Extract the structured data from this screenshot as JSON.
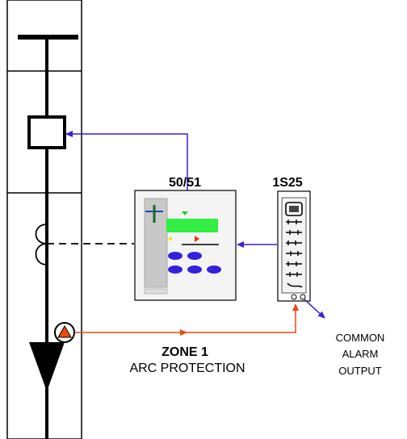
{
  "relay": {
    "label": "50/51"
  },
  "arc_unit": {
    "label": "1S25"
  },
  "zone": {
    "title": "ZONE 1",
    "subtitle": "ARC PROTECTION"
  },
  "alarm": {
    "line1": "COMMON",
    "line2": "ALARM",
    "line3": "OUTPUT"
  },
  "colors": {
    "trip_wire": "#3c1edc",
    "sensor_wire": "#ee4a10",
    "relay_display": "#33ee44",
    "relay_buttons": "#3322dd",
    "relay_panel": "#c8c8c8",
    "relay_body": "#f4f4f4"
  }
}
